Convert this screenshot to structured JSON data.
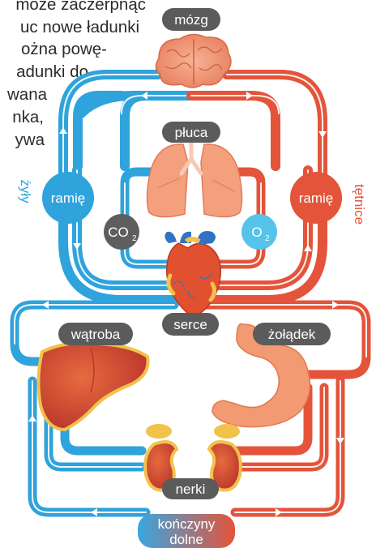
{
  "paragraph_lines": [
    "może zaczerpnąć",
    "uc nowe ładunki",
    "ożna powę-",
    "adunki do",
    "wana",
    "nka,",
    "ywa"
  ],
  "labels": {
    "brain": "mózg",
    "lungs": "płuca",
    "heart": "serce",
    "liver": "wątroba",
    "stomach": "żołądek",
    "kidneys": "nerki",
    "limbs_line1": "kończyny",
    "limbs_line2": "dolne",
    "arm_left": "ramię",
    "arm_right": "ramię",
    "co2": "CO",
    "co2_sub": "2",
    "o2": "O",
    "o2_sub": "2",
    "veins": "żyły",
    "arteries": "tętnice"
  },
  "colors": {
    "vein_blue": "#2ea3dc",
    "artery_red": "#e4543a",
    "label_bg": "#5b5b5b",
    "co2_circle": "#5e5e5e",
    "o2_circle": "#55c3ea",
    "text": "#2b2b2b"
  },
  "icons": [
    "brain-icon",
    "lungs-icon",
    "heart-icon",
    "liver-icon",
    "stomach-icon",
    "kidneys-icon"
  ]
}
